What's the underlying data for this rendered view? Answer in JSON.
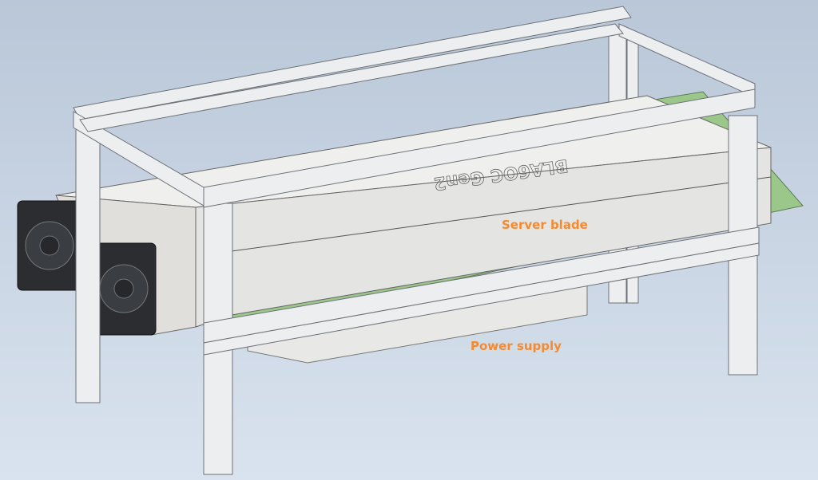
{
  "labels": {
    "server_blade": "Server blade",
    "power_supply": "Power supply"
  },
  "engraving": "BLA6OC Gen2",
  "colors": {
    "label": "#f58a2e",
    "frame": "#eef0f2",
    "blade": "#e4e4e2",
    "pcb": "#9cc78a",
    "fan": "#2b2d30"
  }
}
